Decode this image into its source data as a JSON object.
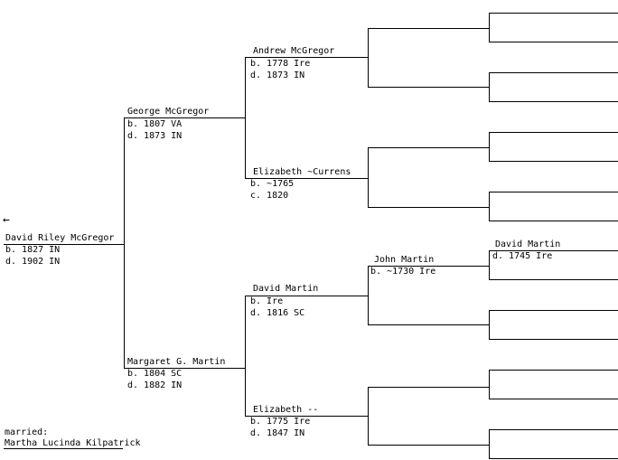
{
  "people": {
    "root": {
      "name": "David Riley McGregor",
      "line1": "b. 1827 IN",
      "line2": "d. 1902 IN"
    },
    "father": {
      "name": "George McGregor",
      "line1": "b. 1807 VA",
      "line2": "d. 1873 IN"
    },
    "mother": {
      "name": "Margaret G. Martin",
      "line1": "b. 1804 SC",
      "line2": "d. 1882 IN"
    },
    "pat_grandfather": {
      "name": "Andrew McGregor",
      "line1": "b. 1778 Ire",
      "line2": "d. 1873 IN"
    },
    "pat_grandmother": {
      "name": "Elizabeth ~Currens",
      "line1": "b. ~1765",
      "line2": "c. 1820"
    },
    "mat_grandfather": {
      "name": "David Martin",
      "line1": "b. Ire",
      "line2": "d. 1816 SC"
    },
    "mat_grandmother": {
      "name": "Elizabeth --",
      "line1": "b. 1775 Ire",
      "line2": "d. 1847 IN"
    },
    "gg_john": {
      "name": "John Martin",
      "line1": "b. ~1730 Ire"
    },
    "ggg_david": {
      "name": "David Martin",
      "line1": "d. 1745 Ire"
    }
  },
  "spouse": {
    "label": "married:",
    "name": "Martha Lucinda Kilpatrick"
  },
  "nav": {
    "back_arrow": "←"
  }
}
